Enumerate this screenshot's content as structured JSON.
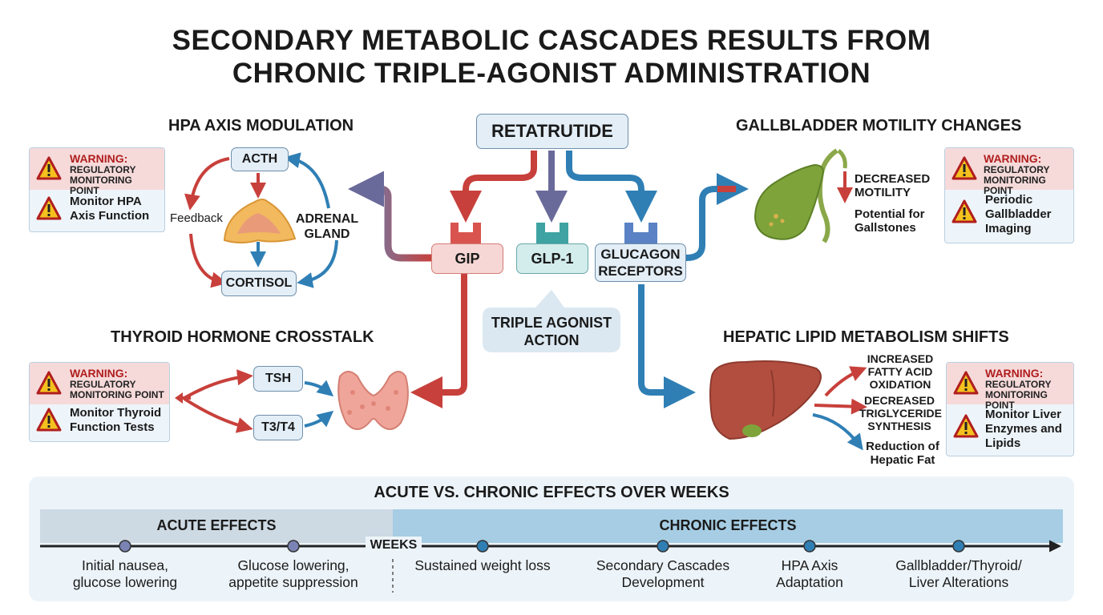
{
  "title": {
    "line1": "SECONDARY METABOLIC CASCADES RESULTS FROM",
    "line2": "CHRONIC TRIPLE-AGONIST ADMINISTRATION"
  },
  "center": {
    "drug": "RETATRUTIDE",
    "receptors": [
      "GIP",
      "GLP-1",
      "GLUCAGON RECEPTORS"
    ],
    "callout": "TRIPLE AGONIST ACTION"
  },
  "warning": {
    "label": "WARNING:",
    "sub": "REGULATORY MONITORING POINT"
  },
  "hpa": {
    "title": "HPA AXIS MODULATION",
    "acth": "ACTH",
    "cortisol": "CORTISOL",
    "adrenal": "ADRENAL GLAND",
    "feedback": "Feedback",
    "monitor": "Monitor HPA Axis Function"
  },
  "gallbladder": {
    "title": "GALLBLADDER MOTILITY CHANGES",
    "effect1": "DECREASED MOTILITY",
    "effect2": "Potential for Gallstones",
    "monitor": "Periodic Gallbladder Imaging"
  },
  "thyroid": {
    "title": "THYROID HORMONE CROSSTALK",
    "tsh": "TSH",
    "t3t4": "T3/T4",
    "monitor": "Monitor Thyroid Function Tests"
  },
  "hepatic": {
    "title": "HEPATIC LIPID METABOLISM SHIFTS",
    "effect1": "INCREASED FATTY ACID OXIDATION",
    "effect2": "DECREASED TRIGLYCERIDE SYNTHESIS",
    "effect3": "Reduction of Hepatic Fat",
    "monitor": "Monitor Liver Enzymes and Lipids"
  },
  "timeline": {
    "title": "ACUTE VS. CHRONIC EFFECTS OVER WEEKS",
    "acute_label": "ACUTE EFFECTS",
    "chronic_label": "CHRONIC EFFECTS",
    "weeks": "WEEKS",
    "items": [
      "Initial nausea, glucose lowering",
      "Glucose lowering, appetite suppression",
      "Sustained weight loss",
      "Secondary Cascades Development",
      "HPA Axis Adaptation",
      "Gallbladder/Thyroid/ Liver Alterations"
    ]
  },
  "colors": {
    "red": "#c8403b",
    "blue": "#2f7fb5",
    "purple": "#6a6a9a",
    "teal": "#3fa3a3",
    "warning_red": "#b01e1e"
  }
}
